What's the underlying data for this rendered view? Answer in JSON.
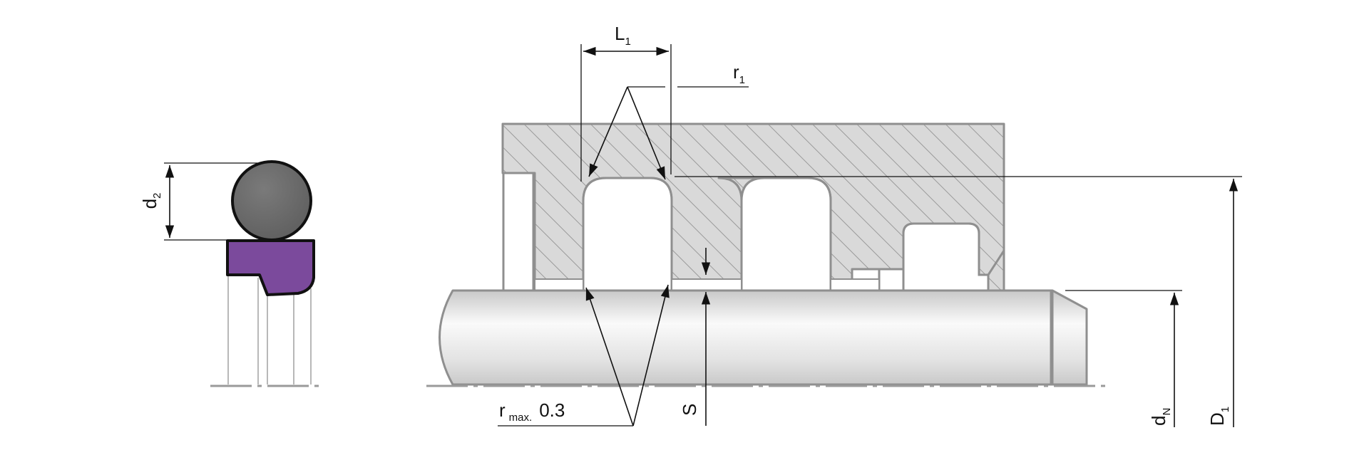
{
  "labels": {
    "L1_main": "L",
    "L1_sub": "1",
    "r1_main": "r",
    "r1_sub": "1",
    "d2_main": "d",
    "d2_sub": "2",
    "rmax_main": "r",
    "rmax_sub": "max.",
    "rmax_val": "0.3",
    "s": "S",
    "dN_main": "d",
    "dN_sub": "N",
    "D1_main": "D",
    "D1_sub": "1"
  },
  "colors": {
    "seal_ring": "#6e6e6e",
    "seal_profile": "#7b4a9c",
    "outline": "#111111",
    "housing_fill": "#d9d9d9",
    "housing_hatch": "#9a9a9a",
    "housing_edge": "#8f8f8f",
    "rod_light": "#fafafa",
    "rod_shade": "#cfcfcf"
  }
}
